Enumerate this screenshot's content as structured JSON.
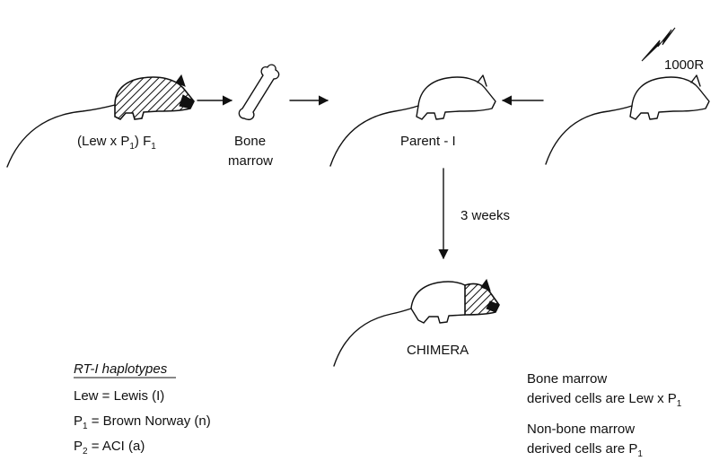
{
  "radiation": {
    "dose": "1000R"
  },
  "donor": {
    "label_prefix": "(Lew x P",
    "label_sub": "1",
    "label_mid": ") F",
    "label_sub2": "1"
  },
  "graft": {
    "line1": "Bone",
    "line2": "marrow"
  },
  "recipient": {
    "label": "Parent - I"
  },
  "time": {
    "label": "3 weeks"
  },
  "result": {
    "label": "CHIMERA"
  },
  "legend": {
    "title": "RT-I haplotypes",
    "row1": "Lew = Lewis  (I)",
    "row2_prefix": "P",
    "row2_sub": "1",
    "row2_rest": " = Brown Norway (n)",
    "row3_prefix": "P",
    "row3_sub": "2",
    "row3_rest": " = ACI  (a)"
  },
  "notes": {
    "note1_line1": "Bone marrow",
    "note1_line2_prefix": "derived cells are Lew x P",
    "note1_line2_sub": "1",
    "note2_line1": "Non-bone marrow",
    "note2_line2_prefix": "derived cells are P",
    "note2_line2_sub": "1"
  }
}
